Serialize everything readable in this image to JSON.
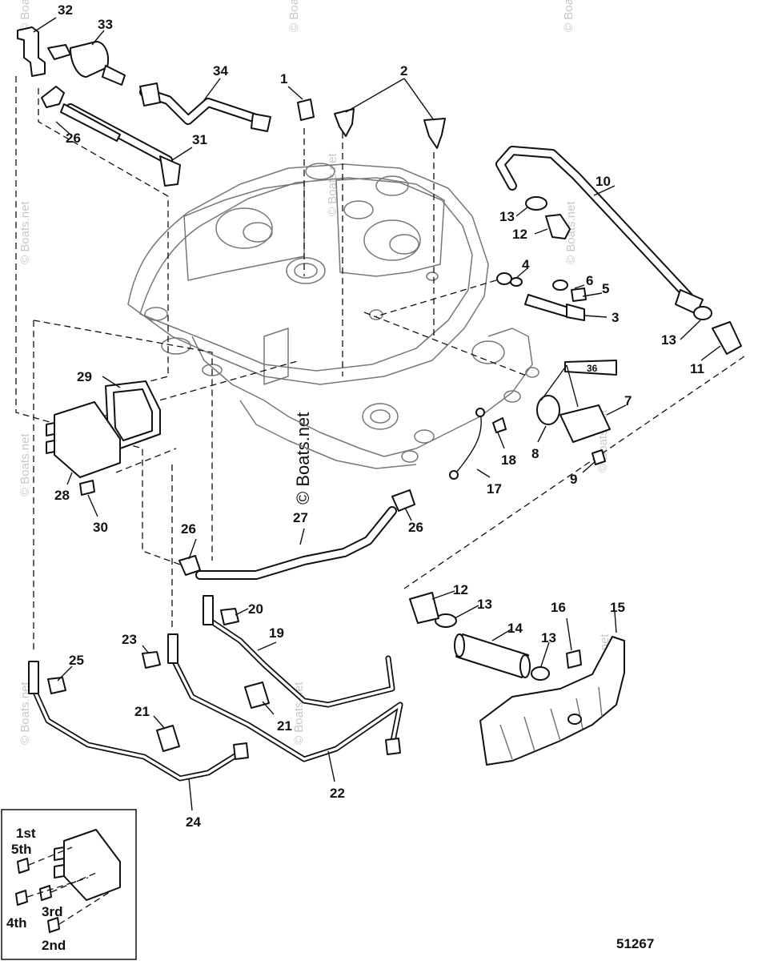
{
  "callouts": [
    "1",
    "2",
    "3",
    "4",
    "5",
    "6",
    "7",
    "8",
    "9",
    "10",
    "11",
    "12",
    "12",
    "13",
    "13",
    "13",
    "13",
    "14",
    "15",
    "16",
    "17",
    "18",
    "19",
    "20",
    "21",
    "21",
    "22",
    "23",
    "24",
    "25",
    "26",
    "26",
    "26",
    "27",
    "28",
    "29",
    "30",
    "31",
    "32",
    "33",
    "34"
  ],
  "tube_label": "36",
  "watermark": "© Boats.net",
  "inset": {
    "steps": [
      "1st",
      "5th",
      "4th",
      "3rd",
      "2nd"
    ]
  },
  "drawing_number": "51267"
}
